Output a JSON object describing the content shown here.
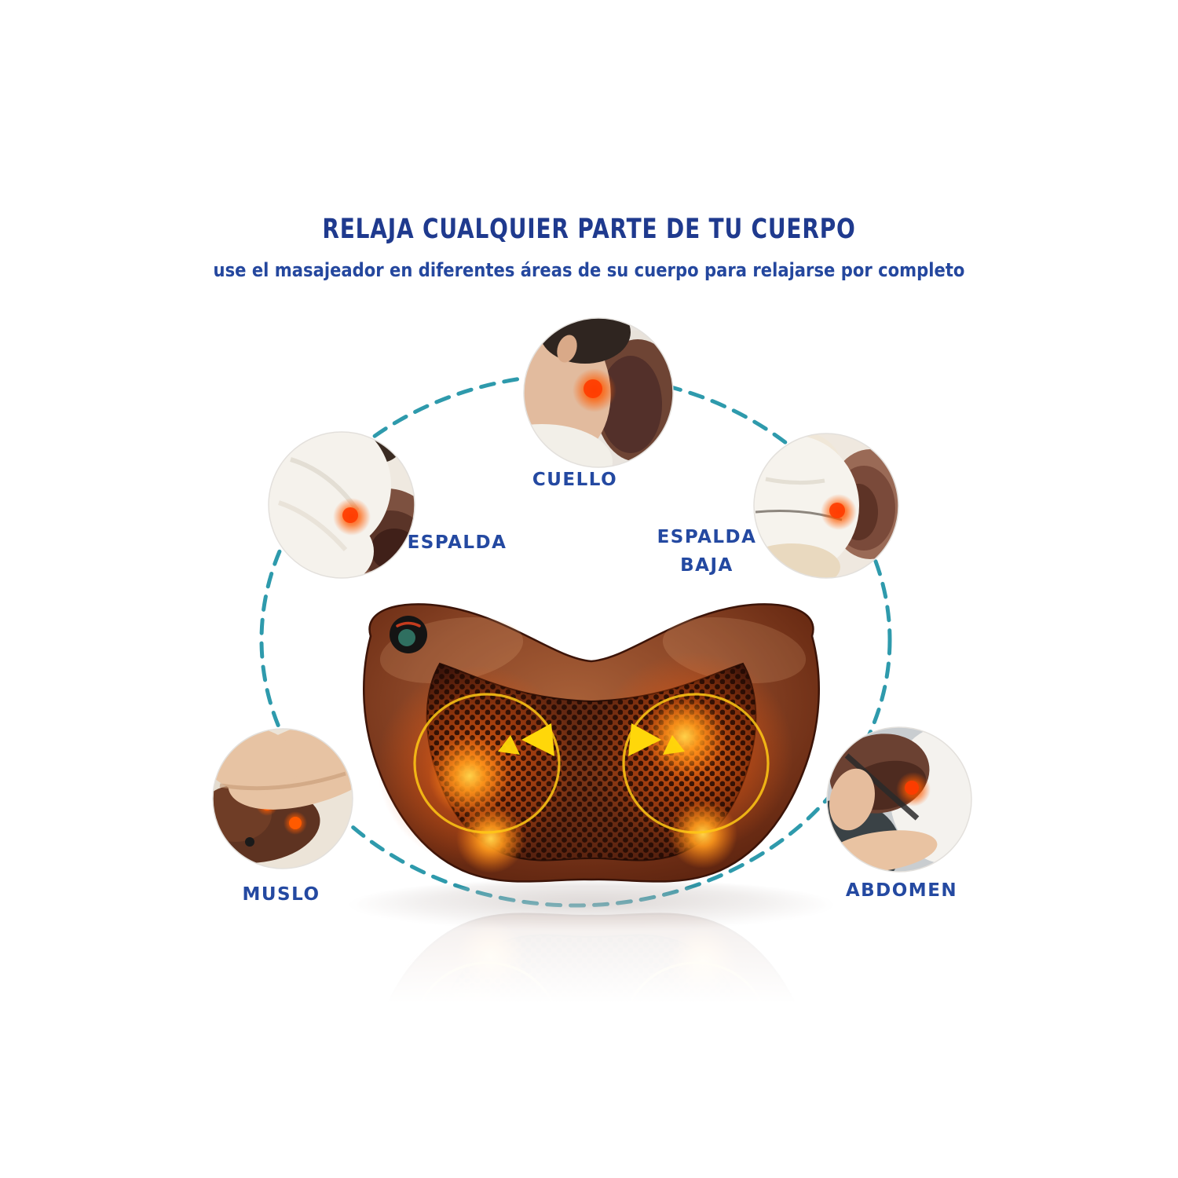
{
  "header": {
    "title": "RELAJA CUALQUIER PARTE DE TU CUERPO",
    "subtitle": "use el masajeador en diferentes áreas de su cuerpo para relajarse por completo"
  },
  "labels": {
    "neck": "CUELLO",
    "back": "ESPALDA",
    "lower_back_line1": "ESPALDA",
    "lower_back_line2": "BAJA",
    "thigh": "MUSLO",
    "abdomen": "ABDOMEN"
  },
  "colors": {
    "title_blue": "#1f3a8e",
    "label_blue": "#2449a1",
    "dash_teal": "#2e9aac",
    "pillow_brown": "#7a3a1d",
    "mesh_dark": "#451a0b",
    "glow_orange": "#ff6a00",
    "arrow_yellow": "#ffd40a",
    "background": "#ffffff"
  }
}
